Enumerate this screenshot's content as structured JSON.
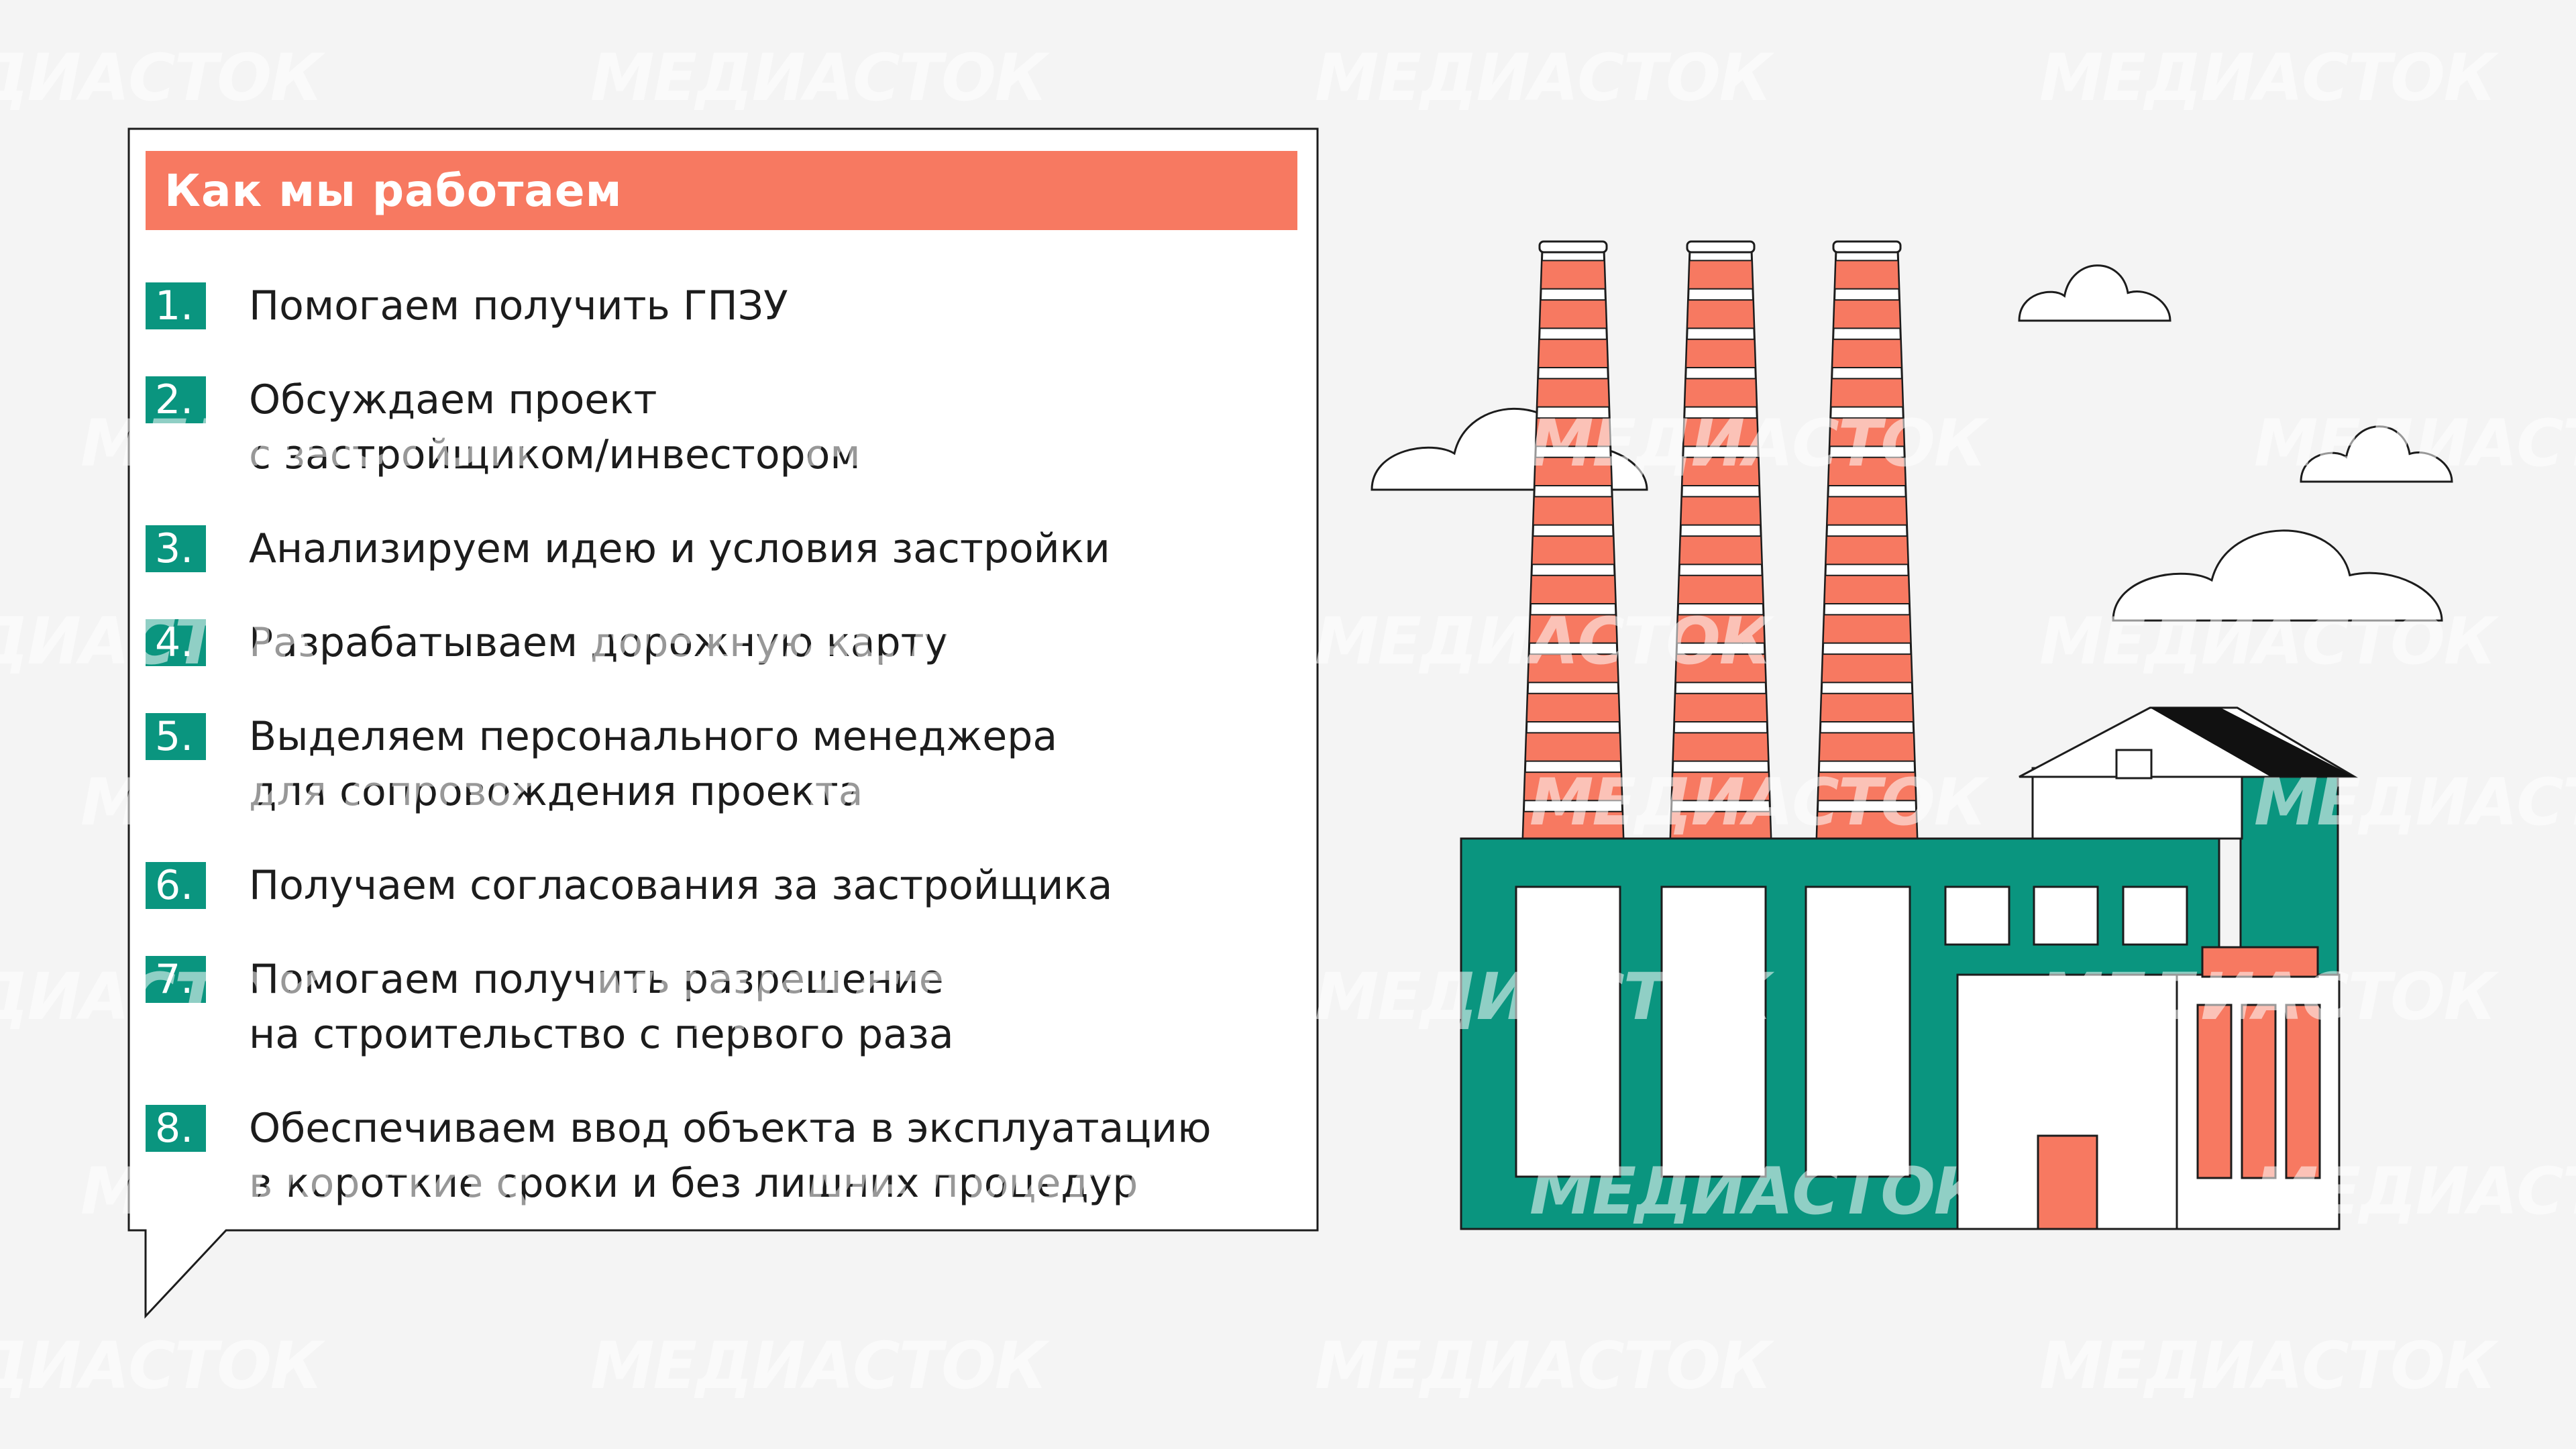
{
  "panel": {
    "title": "Как мы работаем",
    "steps": [
      {
        "num": "1.",
        "lines": [
          "Помогаем получить ГПЗУ"
        ]
      },
      {
        "num": "2.",
        "lines": [
          "Обсуждаем проект",
          "с застройщиком/инвестором"
        ]
      },
      {
        "num": "3.",
        "lines": [
          "Анализируем идею и условия застройки"
        ]
      },
      {
        "num": "4.",
        "lines": [
          "Разрабатываем дорожную карту"
        ]
      },
      {
        "num": "5.",
        "lines": [
          "Выделяем персонального менеджера",
          "для сопровождения проекта"
        ]
      },
      {
        "num": "6.",
        "lines": [
          "Получаем согласования за застройщика"
        ]
      },
      {
        "num": "7.",
        "lines": [
          "Помогаем получить разрешение",
          "на строительство с первого раза"
        ]
      },
      {
        "num": "8.",
        "lines": [
          "Обеспечиваем ввод объекта в эксплуатацию",
          "в короткие сроки и без лишних процедур"
        ]
      }
    ]
  },
  "watermark": {
    "text": "МЕДИАСТОК"
  },
  "colors": {
    "accent": "#f77961",
    "green": "#0a957f",
    "background": "#f4f4f4",
    "ink": "#1c1c1c",
    "roof": "#111111"
  },
  "icons": {
    "factory": "factory-illustration-icon",
    "cloud": "cloud-icon",
    "chimney": "chimney-icon"
  }
}
